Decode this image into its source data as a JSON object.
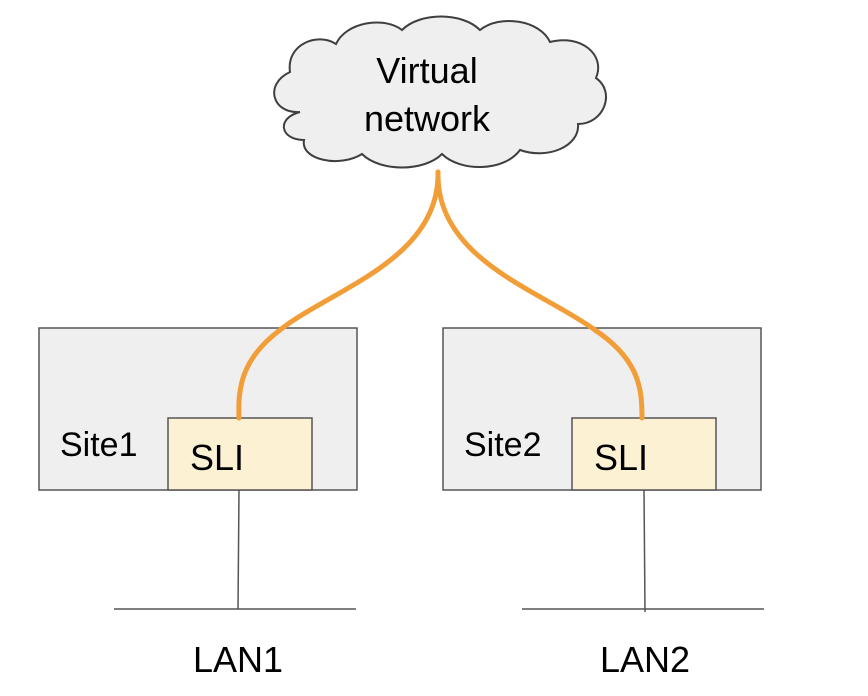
{
  "cloud": {
    "line1": "Virtual",
    "line2": "network"
  },
  "sites": [
    {
      "label": "Site1",
      "interface": "SLI",
      "lan": "LAN1"
    },
    {
      "label": "Site2",
      "interface": "SLI",
      "lan": "LAN2"
    }
  ],
  "colors": {
    "cloud_fill": "#EFEFEF",
    "cloud_stroke": "#3F3F3F",
    "site_fill": "#EFEFEF",
    "site_stroke": "#555555",
    "sli_fill": "#FCF2D3",
    "sli_stroke": "#555555",
    "tunnel": "#F29E38",
    "wire": "#555555"
  }
}
